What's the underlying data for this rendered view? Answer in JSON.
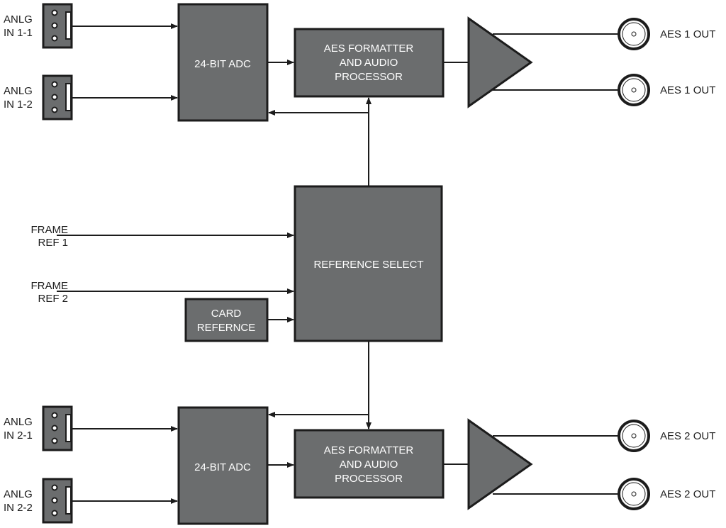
{
  "colors": {
    "block_fill": "#6b6d6e",
    "line": "#1c1c1c",
    "block_text": "#ffffff"
  },
  "inputs": [
    {
      "line1": "ANLG",
      "line2": "IN 1-1"
    },
    {
      "line1": "ANLG",
      "line2": "IN 1-2"
    },
    {
      "line1": "ANLG",
      "line2": "IN 2-1"
    },
    {
      "line1": "ANLG",
      "line2": "IN 2-2"
    }
  ],
  "adc": {
    "label": "24-BIT ADC"
  },
  "formatter": {
    "line1": "AES FORMATTER",
    "line2": "AND AUDIO",
    "line3": "PROCESSOR"
  },
  "outputs": [
    "AES 1 OUT",
    "AES 1 OUT",
    "AES 2 OUT",
    "AES 2 OUT"
  ],
  "frame_refs": [
    {
      "line1": "FRAME",
      "line2": "REF 1"
    },
    {
      "line1": "FRAME",
      "line2": "REF 2"
    }
  ],
  "card_reference": {
    "line1": "CARD",
    "line2": "REFERNCE"
  },
  "reference_select": {
    "label": "REFERENCE SELECT"
  }
}
